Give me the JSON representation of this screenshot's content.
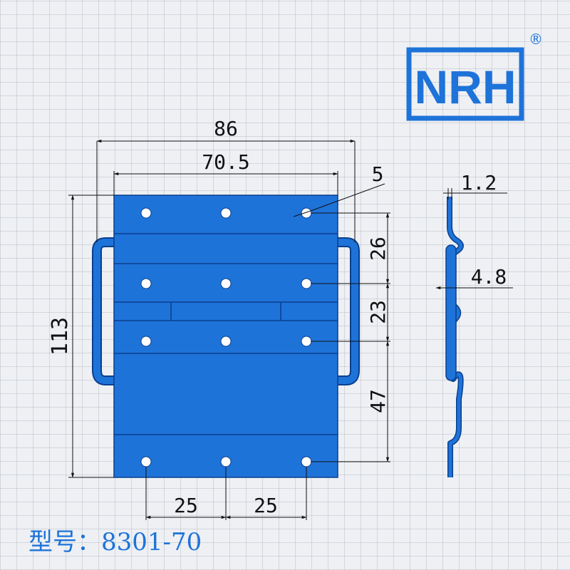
{
  "logo": {
    "text": "NRH",
    "registered_mark": "®"
  },
  "colors": {
    "plate": "#1e73d9",
    "plate_edge": "#0a3f8c",
    "logo_blue": "#1e73d9",
    "model_text": "#1e73d9"
  },
  "dimensions": {
    "overall_width": "86",
    "plate_width": "70.5",
    "hole_diameter": "5",
    "height": "113",
    "spacing_1": "26",
    "spacing_2": "23",
    "spacing_3": "47",
    "hole_pitch_left": "25",
    "hole_pitch_right": "25",
    "side_thickness": "1.2",
    "side_offset": "4.8"
  },
  "model_label": "型号：8301-70"
}
